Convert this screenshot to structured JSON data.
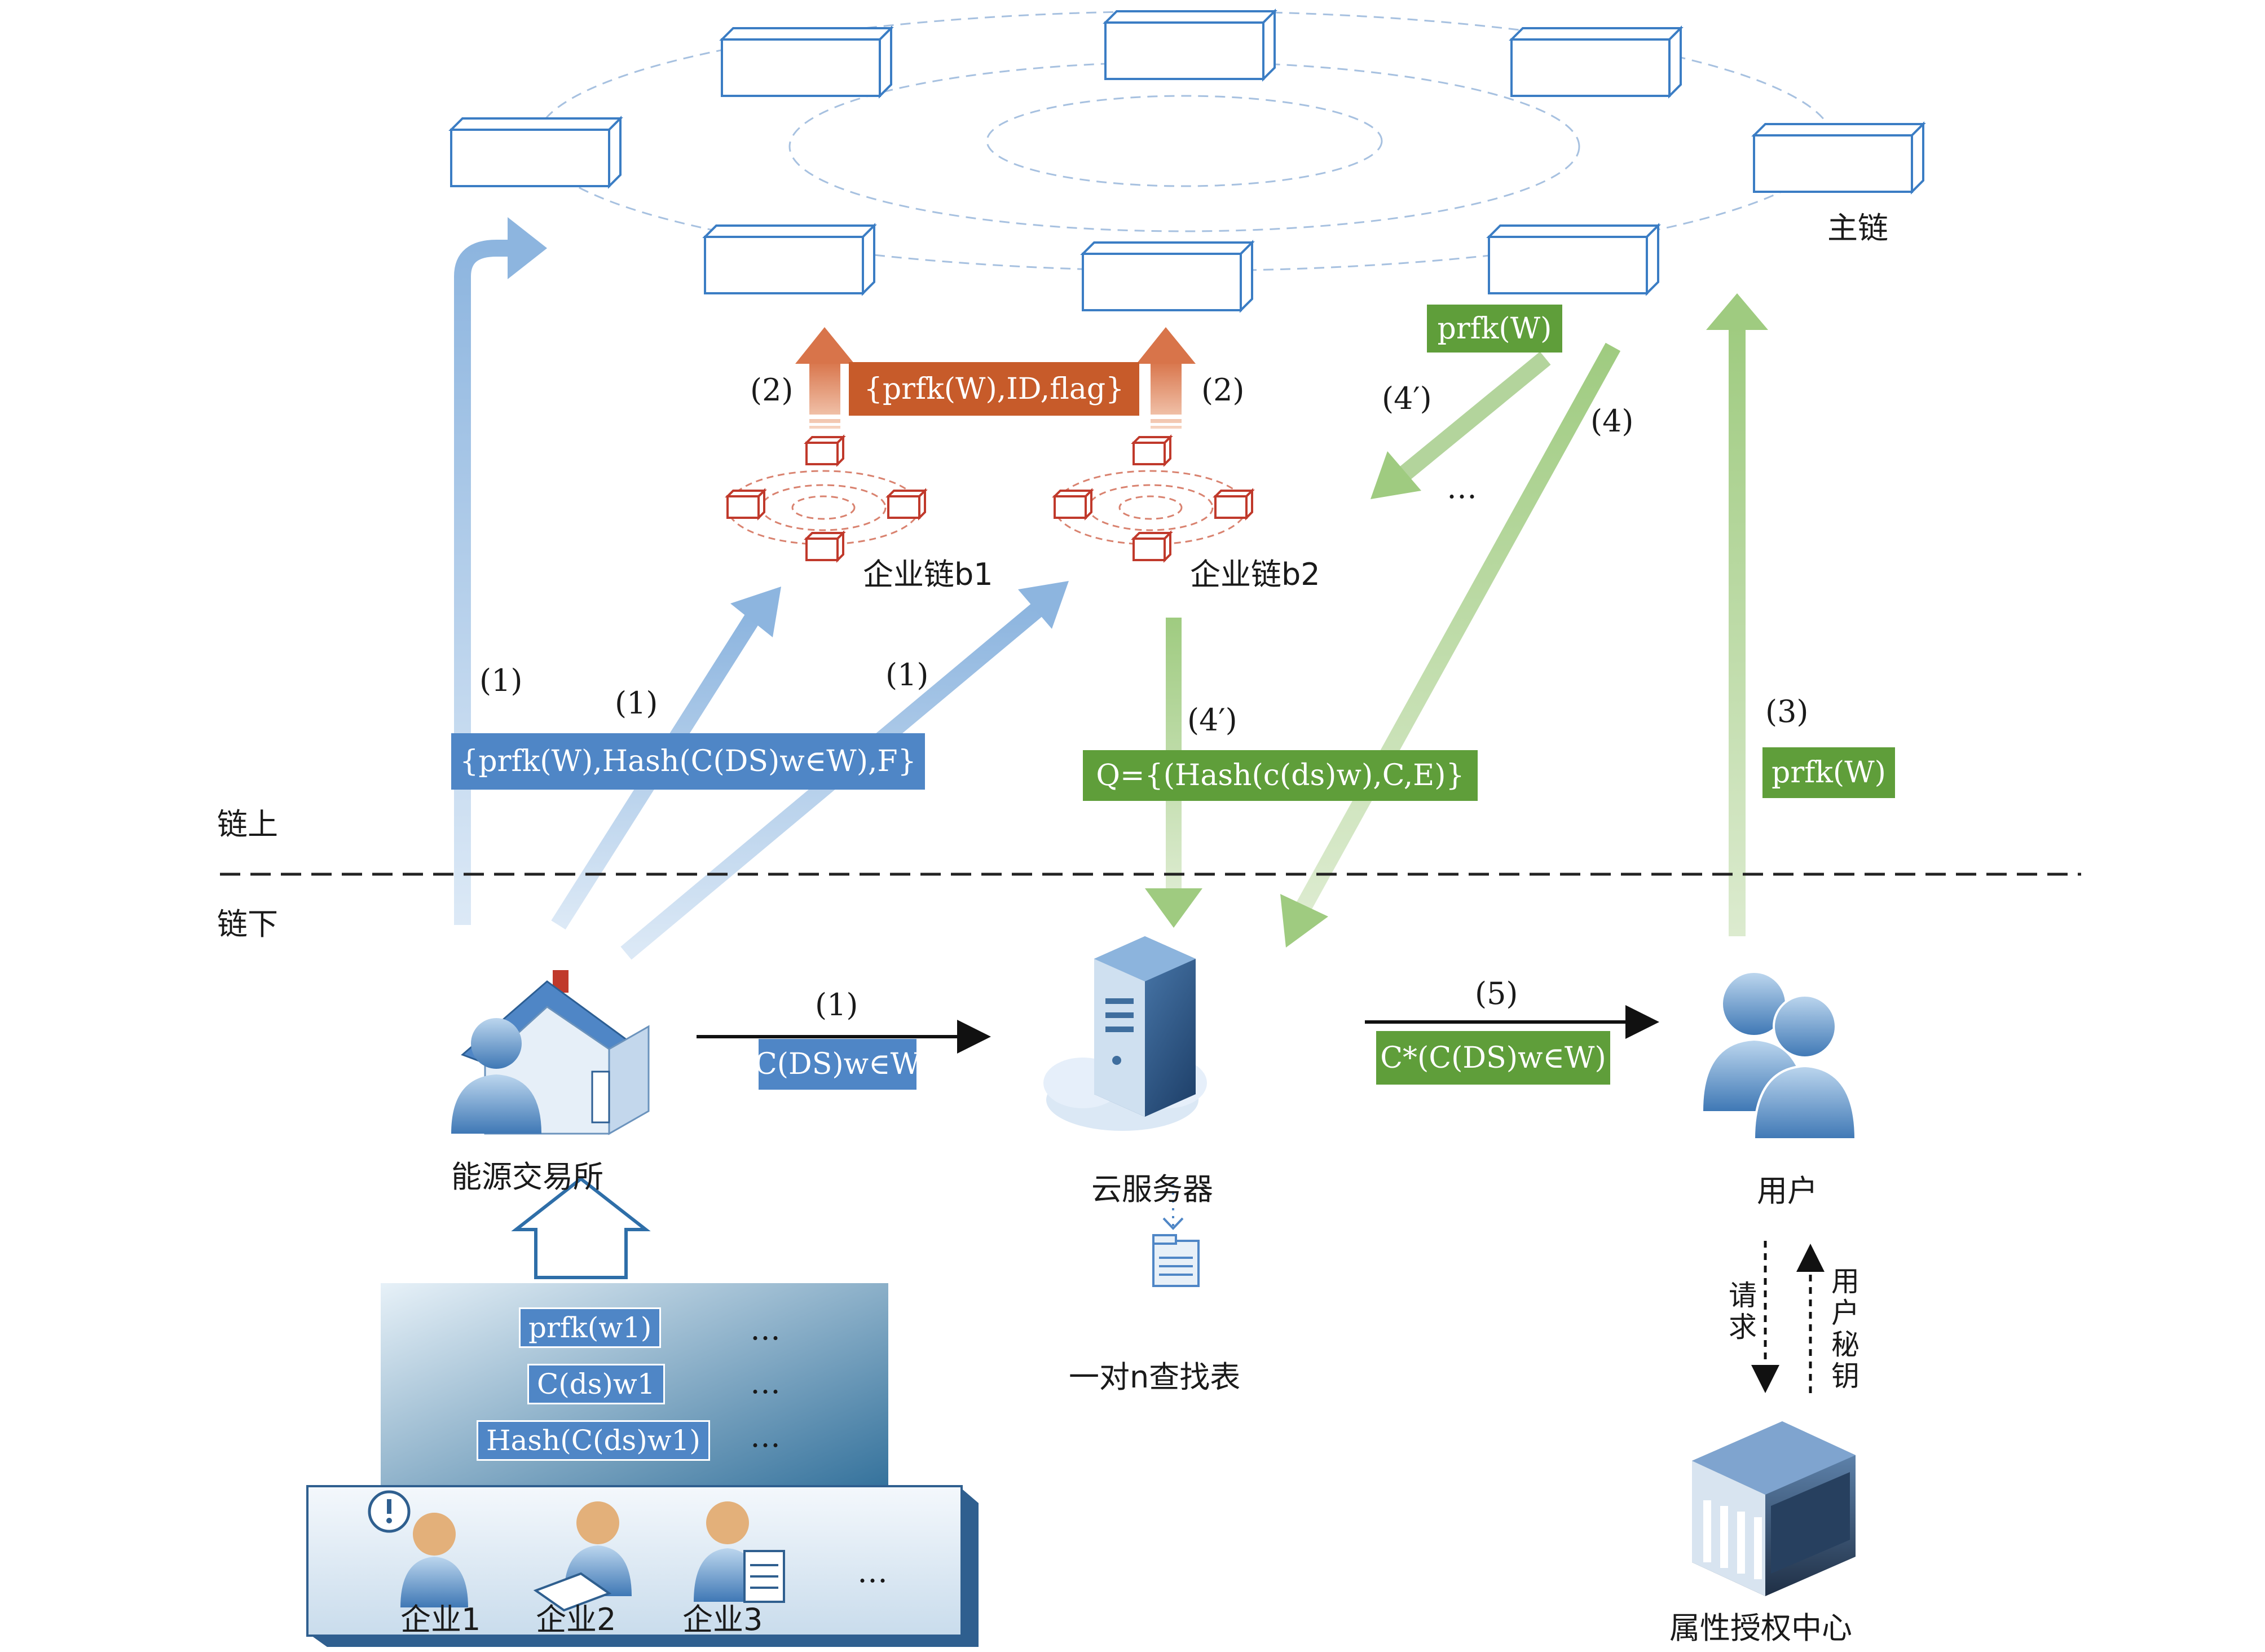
{
  "labels": {
    "main_chain": "主链",
    "on_chain": "链上",
    "off_chain": "链下",
    "enterprise_chain_b1": "企业链b1",
    "enterprise_chain_b2": "企业链b2",
    "ellipsis": "…",
    "energy_exchange": "能源交易所",
    "cloud_server": "云服务器",
    "user": "用户",
    "lookup_table": "一对n查找表",
    "attribute_authority": "属性授权中心",
    "request": "请求",
    "user_key": "用户秘钥",
    "enterprise_1": "企业1",
    "enterprise_2": "企业2",
    "enterprise_3": "企业3"
  },
  "step_labels": {
    "s1_a": "(1)",
    "s1_b": "(1)",
    "s1_c": "(1)",
    "s1_d": "(1)",
    "s2_left": "(2)",
    "s2_right": "(2)",
    "s3": "(3)",
    "s4": "(4)",
    "s4p_top": "(4′)",
    "s4p_mid": "(4′)",
    "s5": "(5)"
  },
  "formula_boxes": {
    "upload_tuple": "{prfk(W),Hash(C(DS)w∈W),F}",
    "enterprise_tuple": "{prfk(W),ID,flag}",
    "query_result": "Q={(Hash(c(ds)w),C,E)}",
    "mainchain_token": "prfk(W)",
    "user_token": "prfk(W)",
    "ciphertext_to_cloud": "C(DS)w∈W",
    "reencrypted": "C*(C(DS)w∈W)",
    "pile_prf": "prfk(w1)",
    "pile_cipher": "C(ds)w1",
    "pile_hash": "Hash(C(ds)w1)"
  },
  "colors": {
    "blue": "#4f86c6",
    "light_blue_arrow": "#a9c8e6",
    "green": "#5f9e3a",
    "light_green_arrow": "#b3d49c",
    "orange": "#c75b2a",
    "red_node": "#c0392b"
  }
}
